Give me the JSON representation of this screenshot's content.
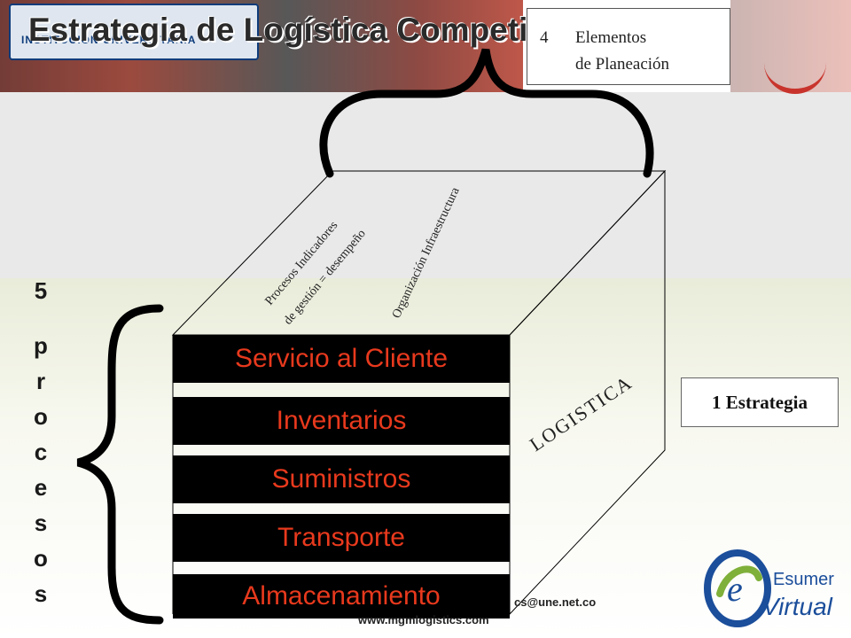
{
  "slide": {
    "title": "Estrategia de Logística Competitiva",
    "logo_text": "INSTITUCIÓN UNIVERSITARIA",
    "elements_box": {
      "number": "4",
      "line1": "Elementos",
      "line2": "de Planeación"
    },
    "vertical_label": [
      "5",
      "p",
      "r",
      "o",
      "c",
      "e",
      "s",
      "o",
      "s"
    ],
    "processes": [
      "Servicio al Cliente",
      "Inventarios",
      "Suministros",
      "Transporte",
      "Almacenamiento"
    ],
    "top_labels": {
      "left1": "Procesos  Indicadores",
      "left2": "de gestión =  desempeño",
      "right": "Organización Infraestructura"
    },
    "side_label": "LOGISTICA",
    "strategy_box": "1 Estrategia",
    "footer": {
      "email_fragment": "cs@une.net.co",
      "website": "www.mgmlogistics.com"
    },
    "brand": {
      "name_top": "Esumer",
      "name_bottom": "Virtual"
    },
    "colors": {
      "process_text": "#e8391d",
      "process_bar": "#000000",
      "brand_blue": "#1b4e9b",
      "brand_green": "#7fb03a"
    }
  }
}
